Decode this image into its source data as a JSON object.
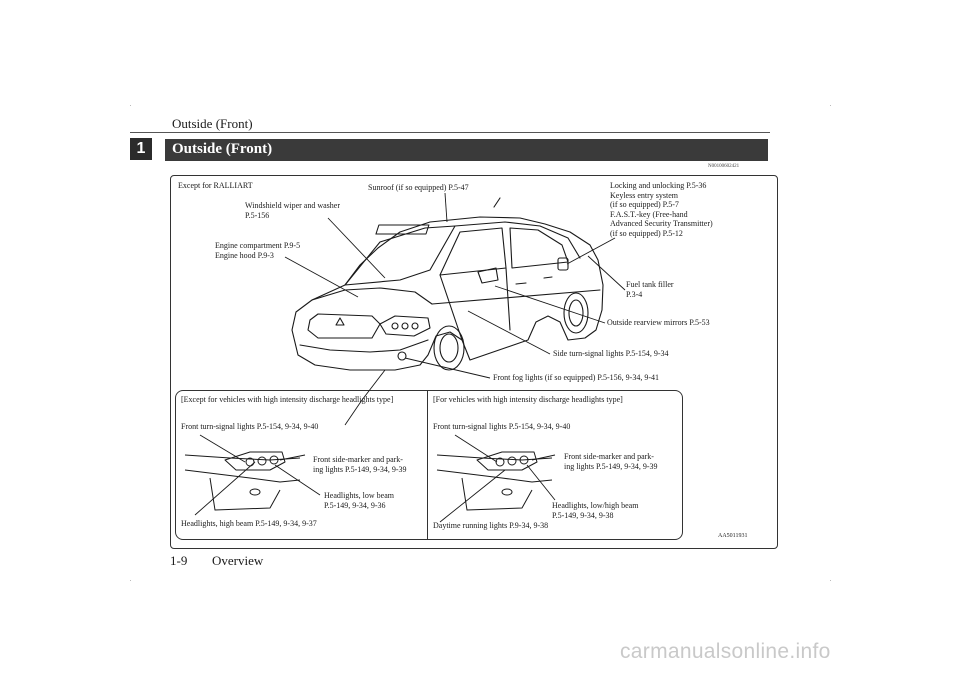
{
  "header": {
    "title": "Outside (Front)"
  },
  "chapter": {
    "number": "1"
  },
  "section": {
    "title": "Outside (Front)",
    "ref_code": "N00100602421"
  },
  "main_diagram": {
    "variant": "Except for RALLIART",
    "callouts": {
      "sunroof": "Sunroof (if so equipped) P.5-47",
      "wiper_line1": "Windshield wiper and washer",
      "wiper_line2": "P.5-156",
      "engine_line1": "Engine compartment P.9-5",
      "engine_line2": "Engine hood P.9-3",
      "locking_line1": "Locking and unlocking P.5-36",
      "locking_line2": "Keyless entry system",
      "locking_line3": "(if so equipped) P.5-7",
      "locking_line4": "F.A.S.T.-key (Free-hand",
      "locking_line5": "Advanced Security Transmitter)",
      "locking_line6": "(if so equipped) P.5-12",
      "fuel_line1": "Fuel tank filler",
      "fuel_line2": "P.3-4",
      "mirrors": "Outside rearview mirrors P.5-53",
      "side_turn": "Side turn-signal lights P.5-154, 9-34",
      "fog": "Front fog lights (if so equipped) P.5-156, 9-34, 9-41"
    }
  },
  "left_detail": {
    "heading": "[Except for vehicles with high intensity discharge headlights type]",
    "turn_signal": "Front turn-signal lights P.5-154, 9-34, 9-40",
    "side_marker_line1": "Front side-marker and park-",
    "side_marker_line2": "ing lights P.5-149, 9-34, 9-39",
    "low_beam_line1": "Headlights, low beam",
    "low_beam_line2": "P.5-149, 9-34, 9-36",
    "high_beam": "Headlights, high beam P.5-149, 9-34, 9-37"
  },
  "right_detail": {
    "heading": "[For vehicles with high intensity discharge headlights type]",
    "turn_signal": "Front turn-signal lights P.5-154, 9-34, 9-40",
    "side_marker_line1": "Front side-marker and park-",
    "side_marker_line2": "ing lights P.5-149, 9-34, 9-39",
    "lowhigh_line1": "Headlights, low/high beam",
    "lowhigh_line2": "P.5-149, 9-34, 9-38",
    "drl": "Daytime running lights P.9-34, 9-38"
  },
  "image_code": "AA5011931",
  "footer": {
    "page": "1-9",
    "section": "Overview"
  },
  "watermark": "carmanualsonline.info"
}
